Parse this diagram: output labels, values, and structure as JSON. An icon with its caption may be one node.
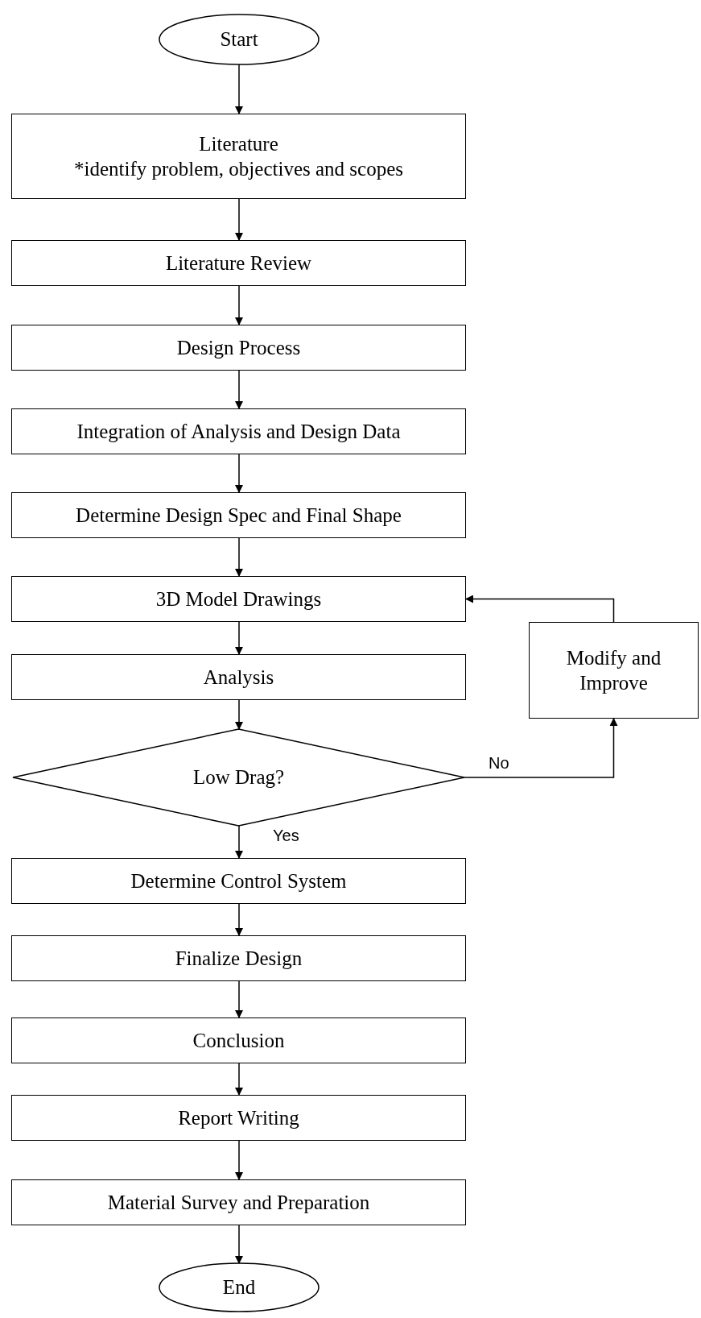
{
  "diagram": {
    "nodes": [
      {
        "text": [
          "Start"
        ]
      },
      {
        "text": [
          "Literature",
          "*identify problem, objectives and scopes"
        ]
      },
      {
        "text": [
          "Literature Review"
        ]
      },
      {
        "text": [
          "Design Process"
        ]
      },
      {
        "text": [
          "Integration of Analysis and Design Data"
        ]
      },
      {
        "text": [
          "Determine Design Spec and Final Shape"
        ]
      },
      {
        "text": [
          "3D Model Drawings"
        ]
      },
      {
        "text": [
          "Analysis"
        ]
      },
      {
        "text": [
          "Low Drag?"
        ]
      },
      {
        "text": [
          "Modify and Improve"
        ]
      },
      {
        "text": [
          "Determine Control System"
        ]
      },
      {
        "text": [
          "Finalize Design"
        ]
      },
      {
        "text": [
          "Conclusion"
        ]
      },
      {
        "text": [
          "Report Writing"
        ]
      },
      {
        "text": [
          "Material Survey and Preparation"
        ]
      },
      {
        "text": [
          "End"
        ]
      }
    ],
    "edges": [
      {
        "from": 0,
        "to": 1,
        "arrow": "to"
      },
      {
        "from": 1,
        "to": 2,
        "arrow": "to"
      },
      {
        "from": 2,
        "to": 3,
        "arrow": "to"
      },
      {
        "from": 3,
        "to": 4,
        "arrow": "to"
      },
      {
        "from": 4,
        "to": 5,
        "arrow": "to"
      },
      {
        "from": 5,
        "to": 6,
        "arrow": "to"
      },
      {
        "from": 6,
        "to": 7,
        "arrow": "to"
      },
      {
        "from": 7,
        "to": 8,
        "arrow": "to"
      },
      {
        "from": 8,
        "to": 9,
        "arrow": "to",
        "label": "No"
      },
      {
        "from": 9,
        "to": 6,
        "arrow": "to"
      },
      {
        "from": 8,
        "to": 10,
        "arrow": "to",
        "label": "Yes"
      },
      {
        "from": 10,
        "to": 11,
        "arrow": "to"
      },
      {
        "from": 11,
        "to": 12,
        "arrow": "to"
      },
      {
        "from": 12,
        "to": 13,
        "arrow": "to"
      },
      {
        "from": 13,
        "to": 14,
        "arrow": "to"
      },
      {
        "from": 14,
        "to": 15,
        "arrow": "to"
      }
    ]
  }
}
